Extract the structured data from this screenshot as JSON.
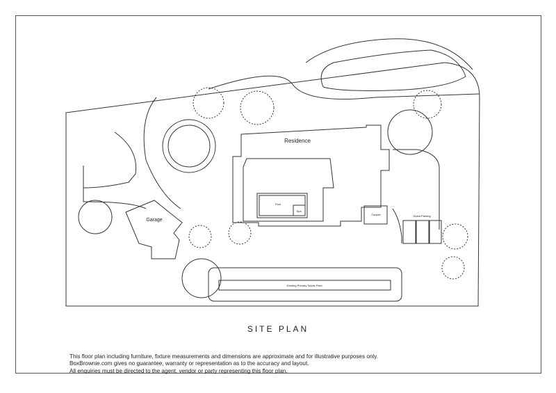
{
  "labels": {
    "residence": "Residence",
    "garage": "Garage",
    "pool": "Pool",
    "spa": "Spa",
    "carport": "Carport",
    "guest_parking": "Guest Parking",
    "septic": "Existing Primary Septic Field"
  },
  "title": "SITE PLAN",
  "disclaimer": [
    "This floor plan including furniture, fixture measurements and dimensions are approximate and for illustrative purposes only.",
    "BoxBrownie.com gives no guarantee, warranty or representation as to the accuracy and layout.",
    "All enquiries must be directed to the agent, vendor or party representing this floor plan."
  ]
}
